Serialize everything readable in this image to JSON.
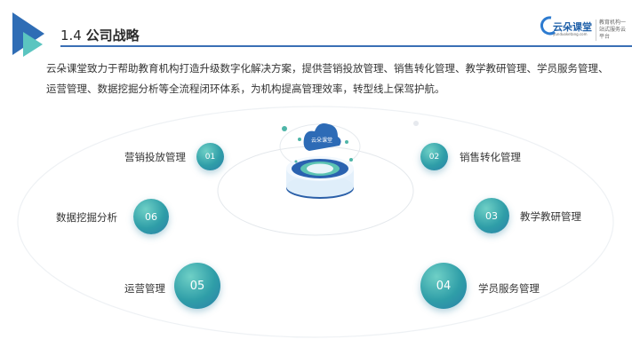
{
  "header": {
    "number": "1.4",
    "title": "公司战略"
  },
  "logo": {
    "name": "云朵课堂",
    "url": "yunduoketang.com",
    "tagline": "教育机构一站式服务云平台"
  },
  "intro": "云朵课堂致力于帮助教育机构打造升级数字化解决方案，提供营销投放管理、销售转化管理、教学教研管理、学员服务管理、运营管理、数据挖掘分析等全流程闭环体系，为机构提高管理效率，转型线上保驾护航。",
  "center_logo": "云朵课堂",
  "items": [
    {
      "num": "01",
      "label": "营销投放管理"
    },
    {
      "num": "02",
      "label": "销售转化管理"
    },
    {
      "num": "03",
      "label": "教学教研管理"
    },
    {
      "num": "04",
      "label": "学员服务管理"
    },
    {
      "num": "05",
      "label": "运营管理"
    },
    {
      "num": "06",
      "label": "数据挖掘分析"
    }
  ],
  "colors": {
    "accent": "#3a6fb5",
    "teal": "#3aa8b0",
    "dark_blue": "#2a5fa8"
  }
}
